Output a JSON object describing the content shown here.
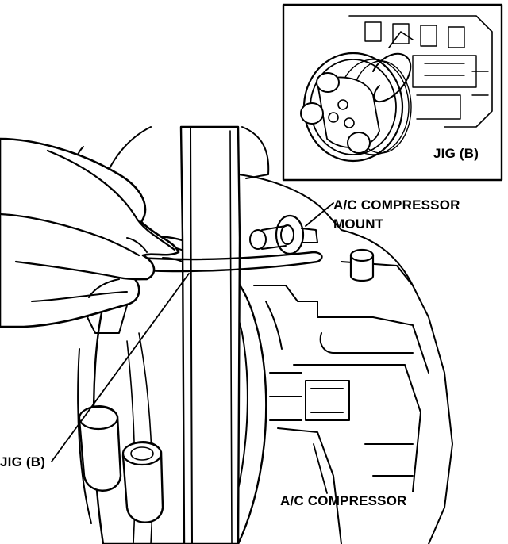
{
  "labels": {
    "jig_inset": "JIG (B)",
    "mount_line1": "A/C COMPRESSOR",
    "mount_line2": "MOUNT",
    "jig_main": "JIG (B)",
    "compressor": "A/C COMPRESSOR"
  },
  "colors": {
    "ink": "#000000",
    "paper": "#ffffff"
  }
}
